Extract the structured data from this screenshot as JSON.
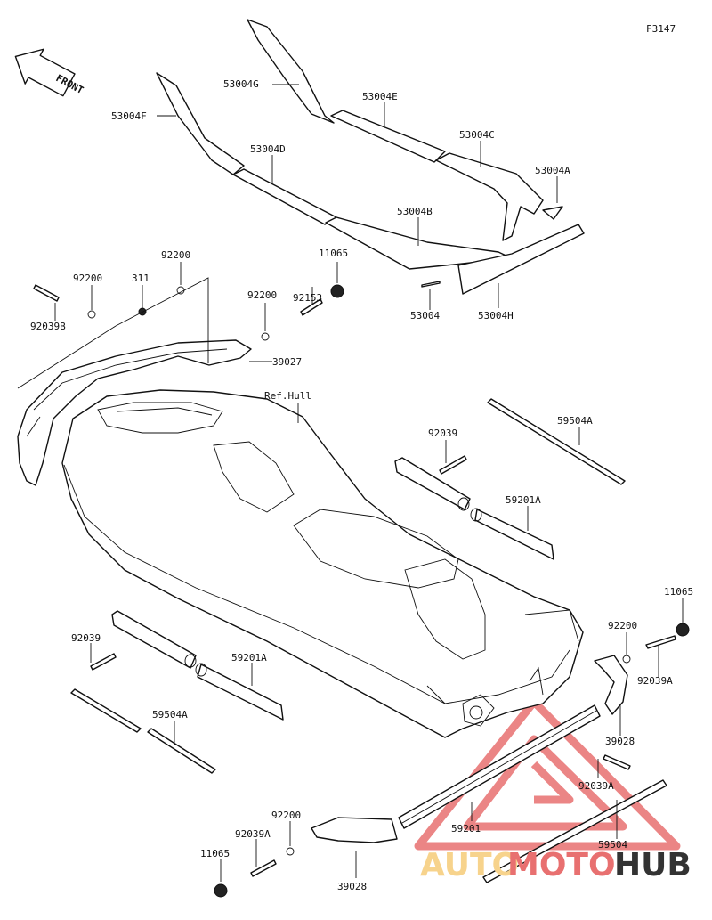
{
  "figure_code": "F3147",
  "front_badge": "FRONT",
  "ref_label": "Ref.Hull",
  "parts": {
    "p53004G": "53004G",
    "p53004F": "53004F",
    "p53004E": "53004E",
    "p53004D": "53004D",
    "p53004C": "53004C",
    "p53004A": "53004A",
    "p53004B": "53004B",
    "p53004": "53004",
    "p53004H": "53004H",
    "p11065_top": "11065",
    "p92153": "92153",
    "p92200_top": "92200",
    "p311": "311",
    "p92200_left": "92200",
    "p92039B": "92039B",
    "p92200_mid": "92200",
    "p39027": "39027",
    "p92039_right": "92039",
    "p59504A_right": "59504A",
    "p59201A_right": "59201A",
    "p11065_right": "11065",
    "p92200_right": "92200",
    "p92039A_right": "92039A",
    "p92039_left": "92039",
    "p59201A_left": "59201A",
    "p59504A_left": "59504A",
    "p39028_right": "39028",
    "p92039A_lowright": "92039A",
    "p59201": "59201",
    "p59504": "59504",
    "p92200_bottom": "92200",
    "p92039A_bottom": "92039A",
    "p11065_bottom": "11065",
    "p39028_bottom": "39028"
  },
  "watermark": {
    "part1": "AUTO",
    "part2": "MOTO",
    "part3": "HUB",
    "color_light": "#f7d38c",
    "color_red": "#e87070",
    "color_dark": "#333333"
  }
}
